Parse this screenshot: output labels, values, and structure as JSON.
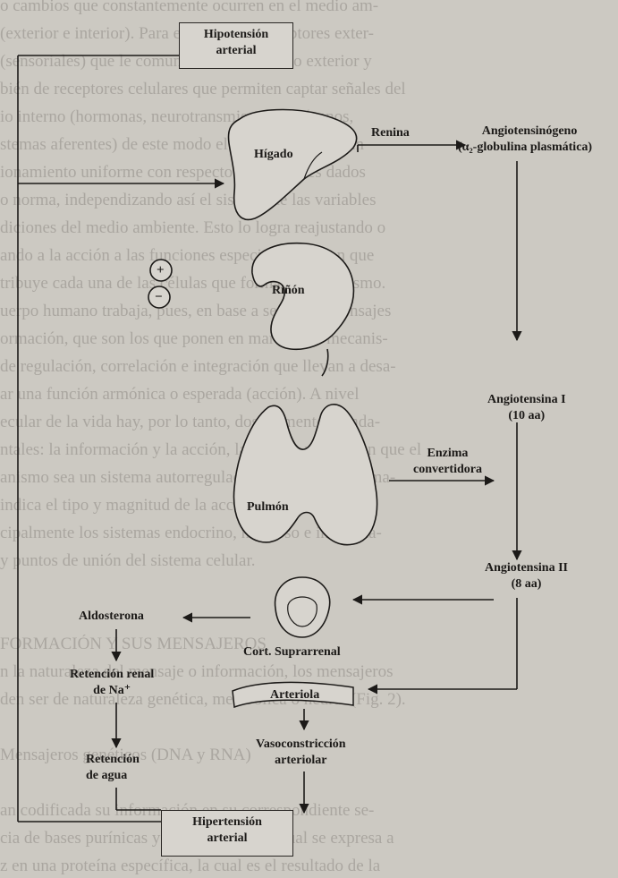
{
  "background_text": [
    "o cambios que constantemente ocurren en el medio am-",
    "(exterior e interior). Para ello tiene de receptores exter-",
    "(sensoriales) que le comunican con el medio exterior y",
    "bién de receptores celulares que permiten captar señales del",
    "io interno (hormonas, neurotransmisores, antígenos,",
    "stemas aferentes) de este modo el organismo logra un",
    "ionamiento uniforme con respecto a los valores dados",
    "o norma, independizando así el sistema de las variables",
    "diciones del medio ambiente. Esto lo logra reajustando o",
    "ando a la acción a las funciones especializadas con que",
    "tribuye cada una de las células que forman el organismo.",
    "uerpo humano trabaja, pues, en base a señales o mensajes",
    "ormación, que son los que ponen en marcha los mecanis-",
    "de regulación, correlación e integración que llevan a desa-",
    "ar una función armónica o esperada (acción). A nivel",
    "ecular de la vida hay, por lo tanto, dos elementos funda-",
    "ntales: la información y la acción, las cuales posibilitan que el",
    "anismo sea un sistema autorregulado (Fig. 2). La informa-",
    "indica el tipo y magnitud de la acción y la constituyen",
    "cipalmente los sistemas endocrino, nervioso e inmunita-",
    "y puntos de unión del sistema celular.",
    "",
    "",
    "FORMACIÓN Y SUS MENSAJEROS",
    "n la naturaleza del mensaje o información, los mensajeros",
    "den ser de naturaleza genética, metabólica o neural (Fig. 2).",
    "",
    "Mensajeros genéticos (DNA y RNA)",
    "",
    "an codificada su información en su correspondiente se-",
    "cia de bases purínicas y pirimidínicas, la cual se expresa a",
    "z en una proteína específica, la cual es el resultado de la"
  ],
  "diagram": {
    "hipotension": [
      "Hipotensión",
      "arterial"
    ],
    "higado": "Hígado",
    "renina": "Renina",
    "angiotensinogeno": [
      "Angiotensinógeno",
      "(α₂-globulina plasmática)"
    ],
    "plus": "+",
    "minus": "−",
    "rinon": "Riñón",
    "angiotensina1": [
      "Angiotensina I",
      "(10 aa)"
    ],
    "enzima": [
      "Enzima",
      "convertidora"
    ],
    "pulmon": "Pulmón",
    "aldosterona": "Aldosterona",
    "angiotensina2": [
      "Angiotensina II",
      "(8 aa)"
    ],
    "cort": "Cort. Suprarrenal",
    "retencion_renal": [
      "Retención renal",
      "de Na⁺"
    ],
    "arteriola": "Arteriola",
    "retencion_agua": [
      "Retención",
      "de agua"
    ],
    "vasoconstriccion": [
      "Vasoconstricción",
      "arteriolar"
    ],
    "hipertension": [
      "Hipertensión",
      "arterial"
    ]
  }
}
